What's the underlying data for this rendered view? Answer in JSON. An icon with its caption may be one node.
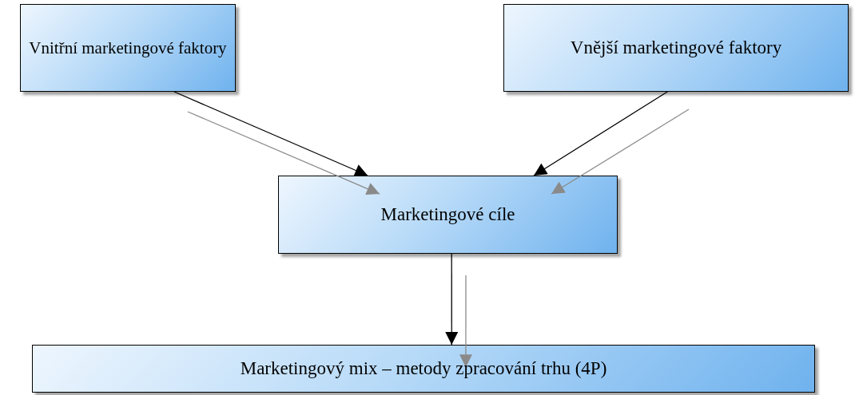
{
  "diagram": {
    "nodes": [
      {
        "text": [
          "Vnitřní marketingové faktory"
        ]
      },
      {
        "text": [
          "Vnější marketingové faktory"
        ]
      },
      {
        "text": [
          "Marketingové cíle"
        ]
      },
      {
        "text": [
          "Marketingový mix – metody zpracování trhu (4P)"
        ]
      }
    ],
    "edges": [
      {
        "from": 0,
        "to": 2,
        "arrow": "to"
      },
      {
        "from": 1,
        "to": 2,
        "arrow": "to"
      },
      {
        "from": 2,
        "to": 3,
        "arrow": "to"
      },
      {
        "from": null,
        "to": 2,
        "arrow": "to",
        "color": "#8a8a8a"
      },
      {
        "from": null,
        "to": 2,
        "arrow": "to",
        "color": "#8a8a8a"
      },
      {
        "from": null,
        "to": 3,
        "arrow": "to",
        "color": "#8a8a8a"
      }
    ]
  }
}
